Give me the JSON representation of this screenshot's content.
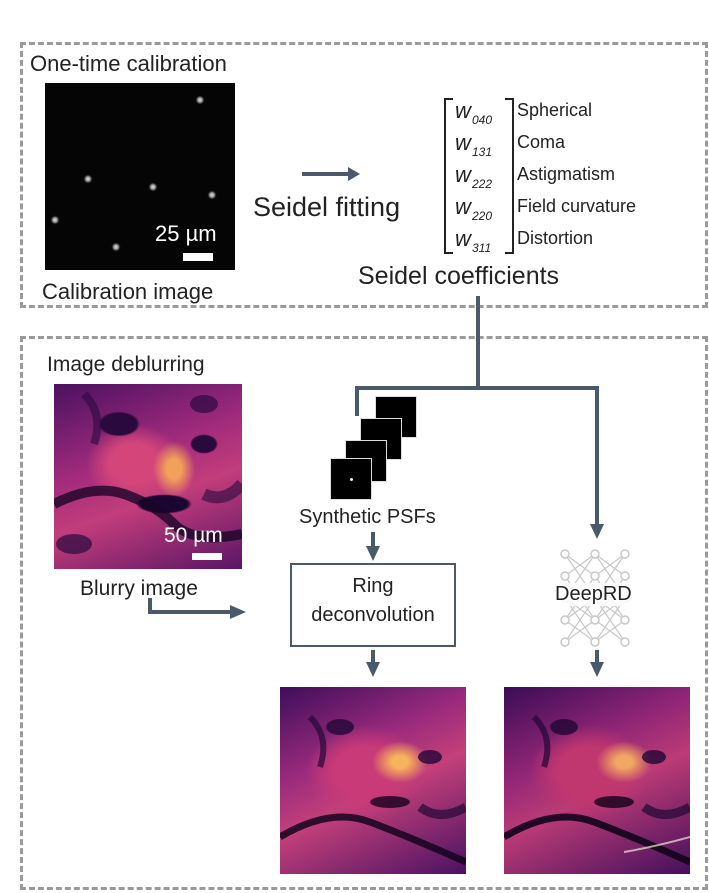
{
  "calibration": {
    "title": "One-time calibration",
    "image_label": "Calibration image",
    "scale_bar": "25 µm",
    "fitting_label": "Seidel fitting",
    "coefficients_label": "Seidel coefficients",
    "coefficients": [
      {
        "symbol": "w",
        "sub": "040",
        "name": "Spherical"
      },
      {
        "symbol": "w",
        "sub": "131",
        "name": "Coma"
      },
      {
        "symbol": "w",
        "sub": "222",
        "name": "Astigmatism"
      },
      {
        "symbol": "w",
        "sub": "220",
        "name": "Field curvature"
      },
      {
        "symbol": "w",
        "sub": "311",
        "name": "Distortion"
      }
    ]
  },
  "deblurring": {
    "title": "Image deblurring",
    "blurry_label": "Blurry image",
    "scale_bar": "50 µm",
    "psf_label": "Synthetic PSFs",
    "ring_label_line1": "Ring",
    "ring_label_line2": "deconvolution",
    "deeprd_label": "DeepRD"
  },
  "colors": {
    "arrow": "#4b5a6b",
    "dash": "#9a9a9a",
    "network": "#c8c8c8"
  }
}
